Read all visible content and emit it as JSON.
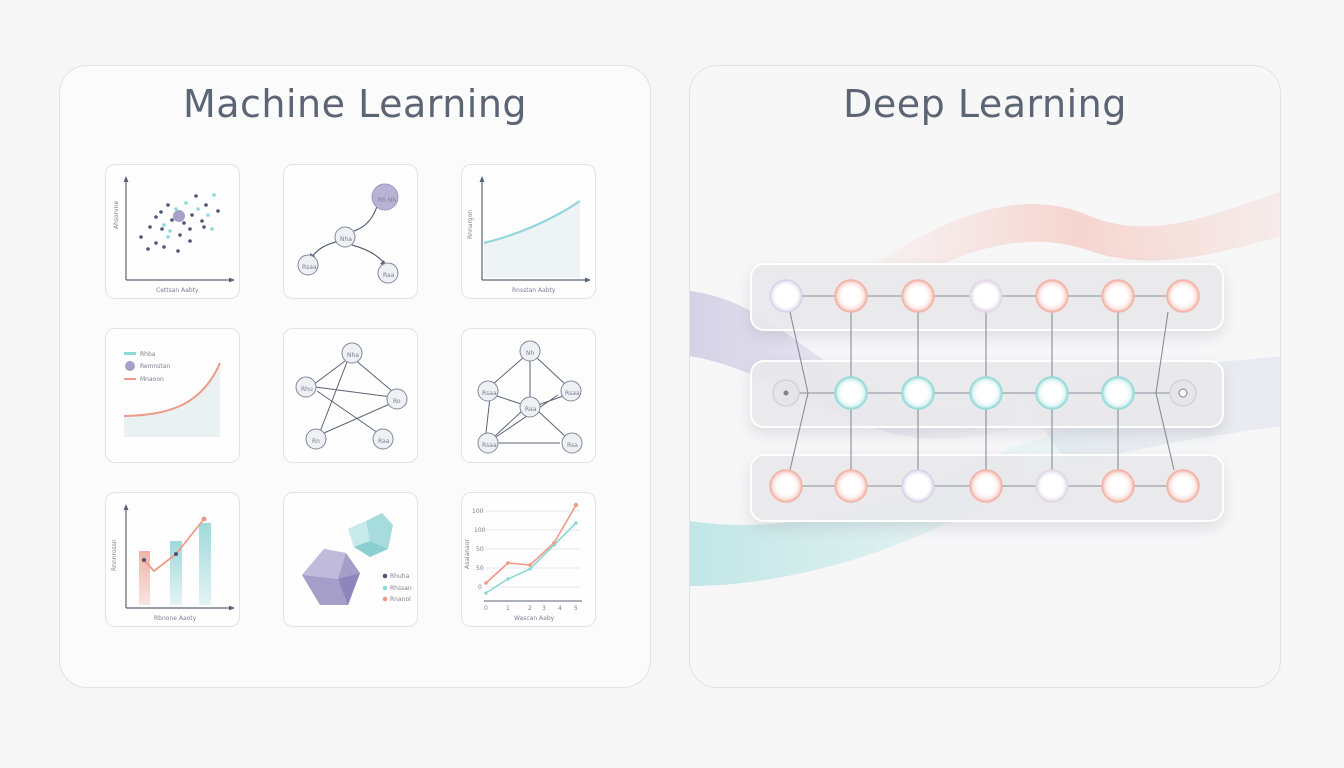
{
  "panels": {
    "machine_learning": {
      "title": "Machine Learning"
    },
    "deep_learning": {
      "title": "Deep Learning"
    }
  },
  "tiles": {
    "scatter": {
      "ylabel": "Ahsorvne",
      "xlabel": "Cettsan Aabty"
    },
    "tree": {
      "top_node": "Rh Nh",
      "mid_node": "Nha",
      "left_node": "Rsaa",
      "right_node": "Raa"
    },
    "area": {
      "ylabel": "Rnnargon",
      "xlabel": "Rnsstan Aabty"
    },
    "legend_curve": {
      "legend": [
        "Rhba",
        "Remnstan",
        "Mnaoon"
      ]
    },
    "graph1": {
      "top": "Nha",
      "left": "Rhu",
      "right": "Ro",
      "bottom_left": "Rn",
      "bottom_right": "Raa"
    },
    "graph2": {
      "top": "Nh",
      "left": "Rsaa",
      "center": "Raa",
      "right": "Rsaa",
      "bottom_left": "Rsaa",
      "bottom_right": "Rsa"
    },
    "bar_line": {
      "ylabel": "Rnnnrossn",
      "xlabel": "Rbnone Aaoty"
    },
    "shapes": {
      "legend": [
        "Rhuha",
        "Rhssan",
        "Rnanol"
      ]
    },
    "line2": {
      "ylabel": "Asaianaor",
      "xlabel": "Wascan Aaby",
      "yticks": [
        "100",
        "100",
        "50",
        "50",
        "0"
      ],
      "xticks": [
        "0",
        "1",
        "2",
        "3",
        "4",
        "5"
      ]
    }
  },
  "colors": {
    "teal": "#8fd8d8",
    "coral": "#ef9a88",
    "purple": "#a79fc8",
    "navy": "#4d5676",
    "panel_border": "#e2e2e5",
    "title": "#5b6573"
  },
  "icons": {
    "scatter": "scatter-plot-icon",
    "tree": "tree-diagram-icon",
    "area": "area-chart-icon",
    "curve": "curve-chart-icon",
    "graph": "network-graph-icon",
    "bar": "bar-line-chart-icon",
    "shapes": "polyhedra-icon",
    "line": "line-chart-icon",
    "neural": "neural-network-icon"
  }
}
